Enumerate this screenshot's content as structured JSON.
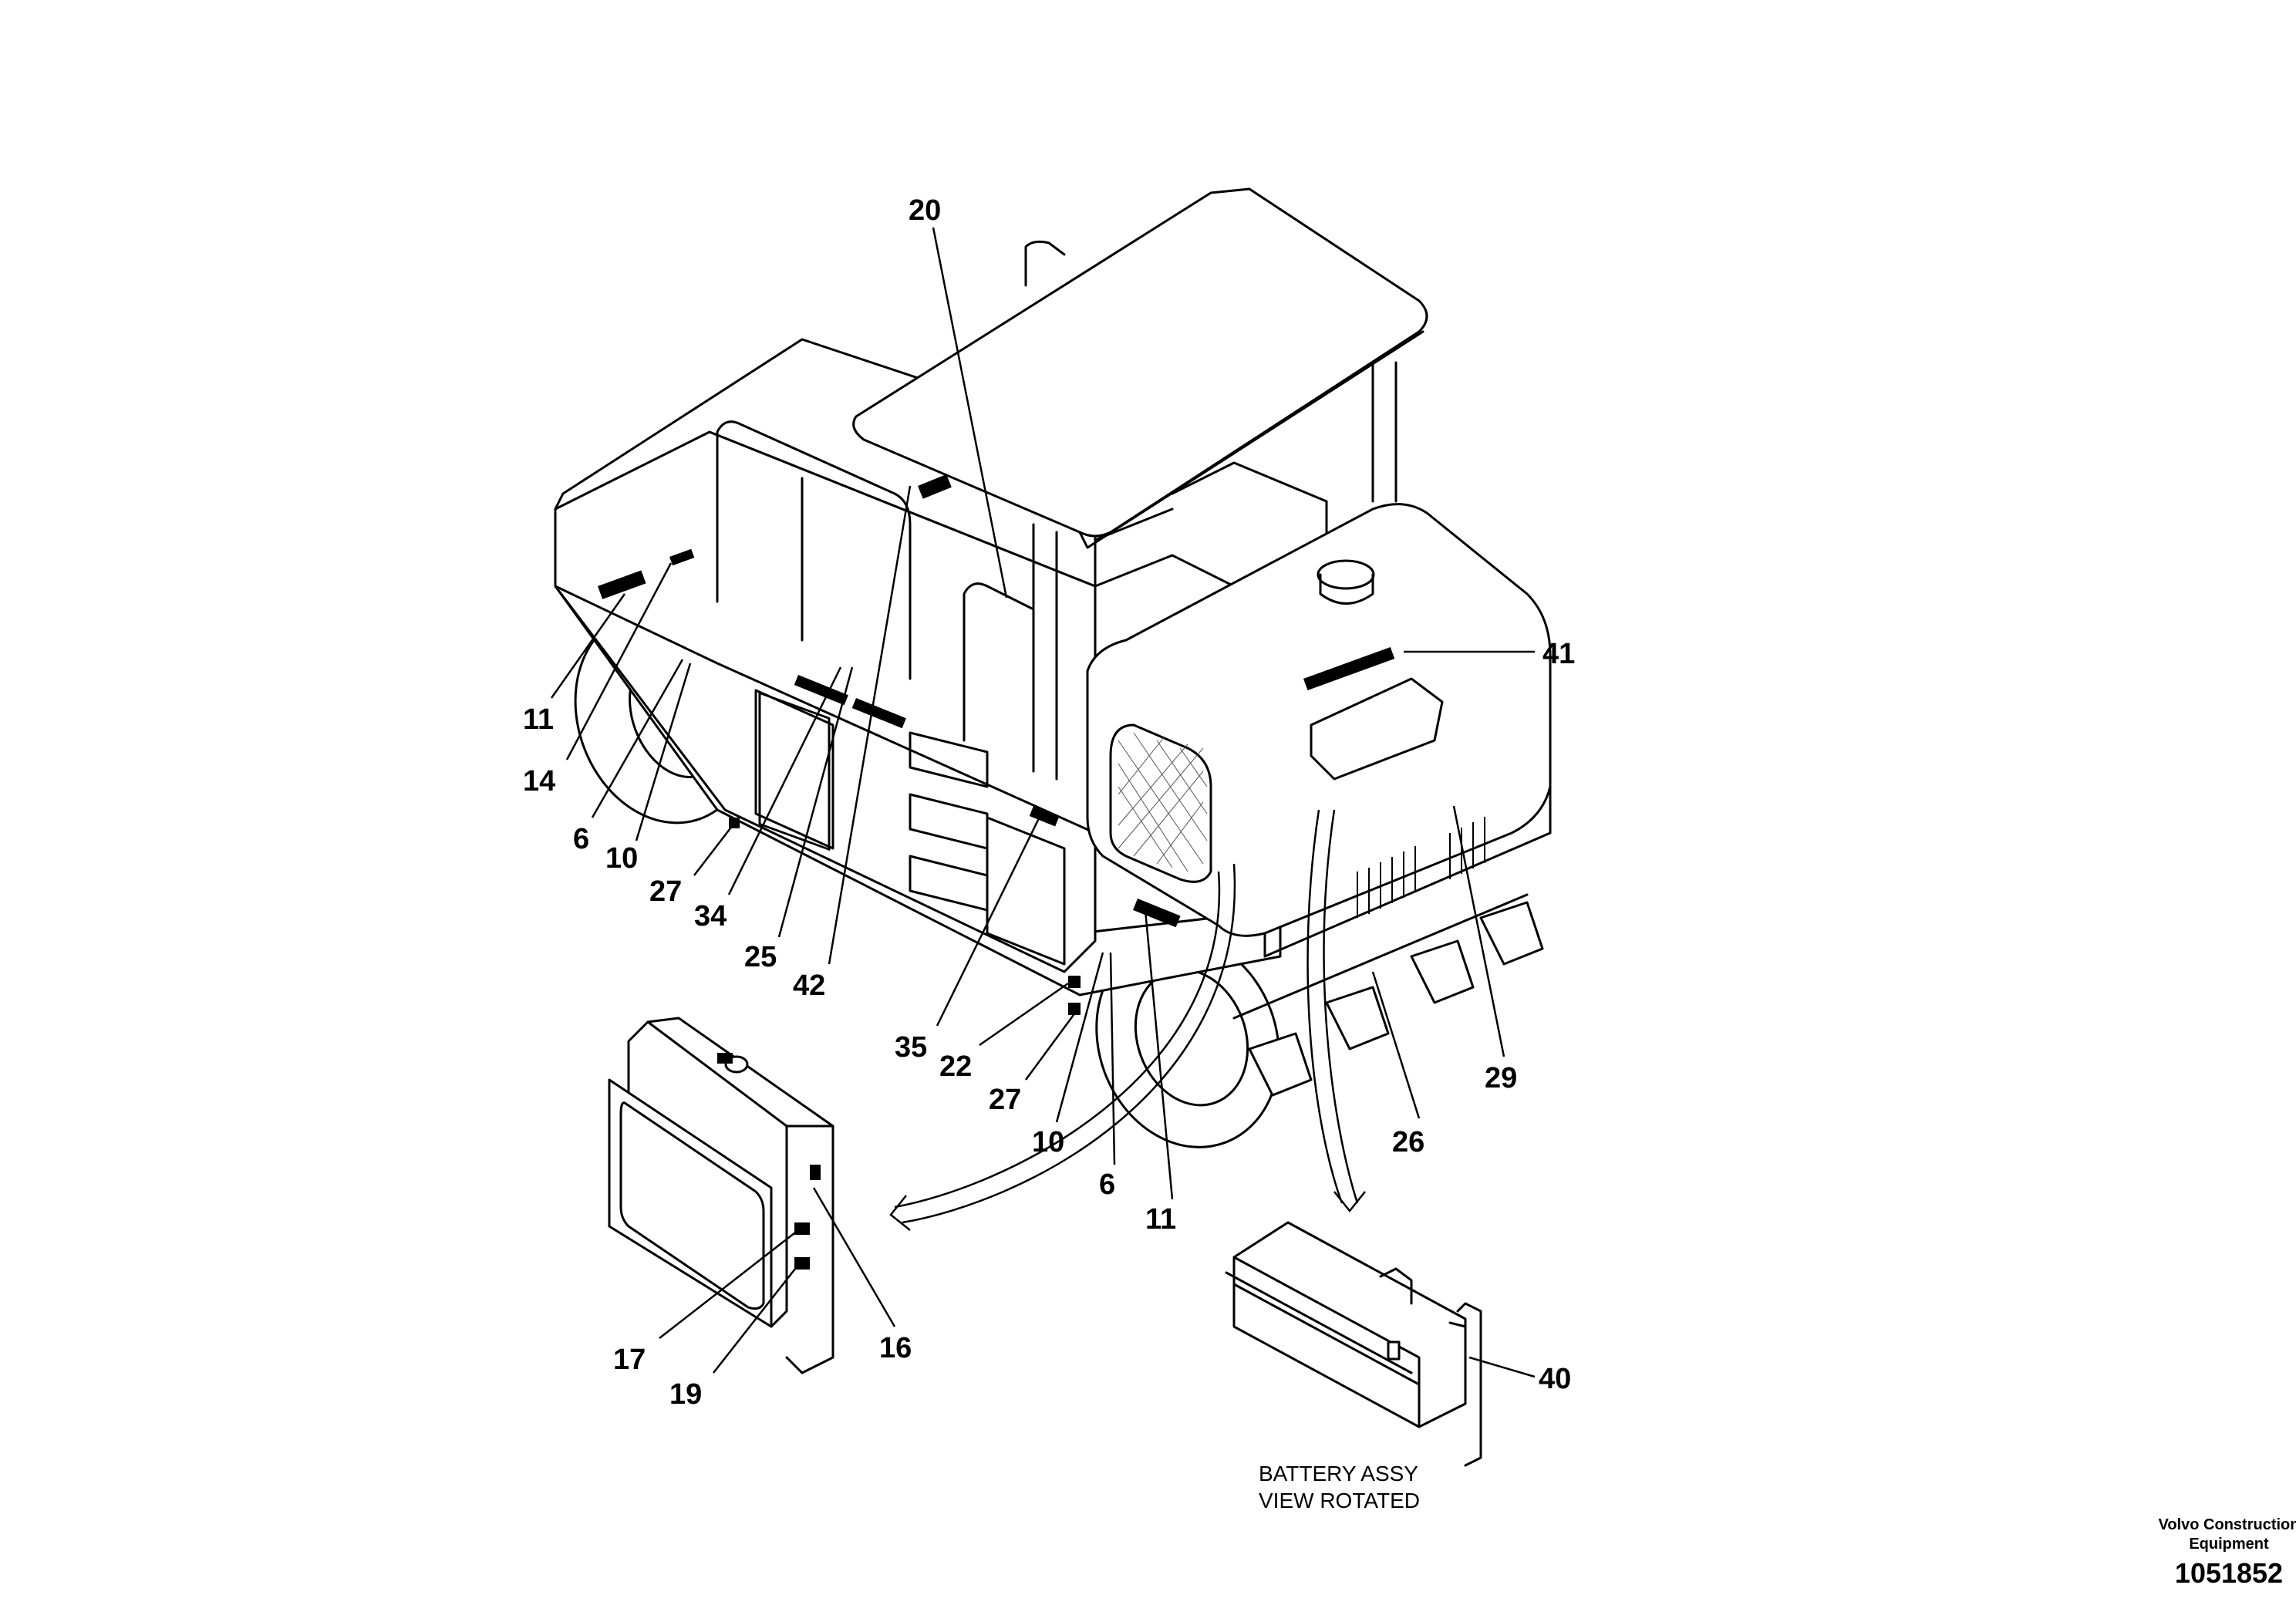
{
  "callouts": [
    "20",
    "41",
    "11",
    "14",
    "6",
    "10",
    "27",
    "34",
    "25",
    "42",
    "35",
    "22",
    "27",
    "10",
    "6",
    "11",
    "26",
    "29",
    "16",
    "17",
    "19",
    "40"
  ],
  "caption": {
    "line1": "BATTERY ASSY",
    "line2": "VIEW ROTATED"
  },
  "footer": {
    "company_line1": "Volvo Construction",
    "company_line2": "Equipment",
    "doc_number": "1051852"
  }
}
